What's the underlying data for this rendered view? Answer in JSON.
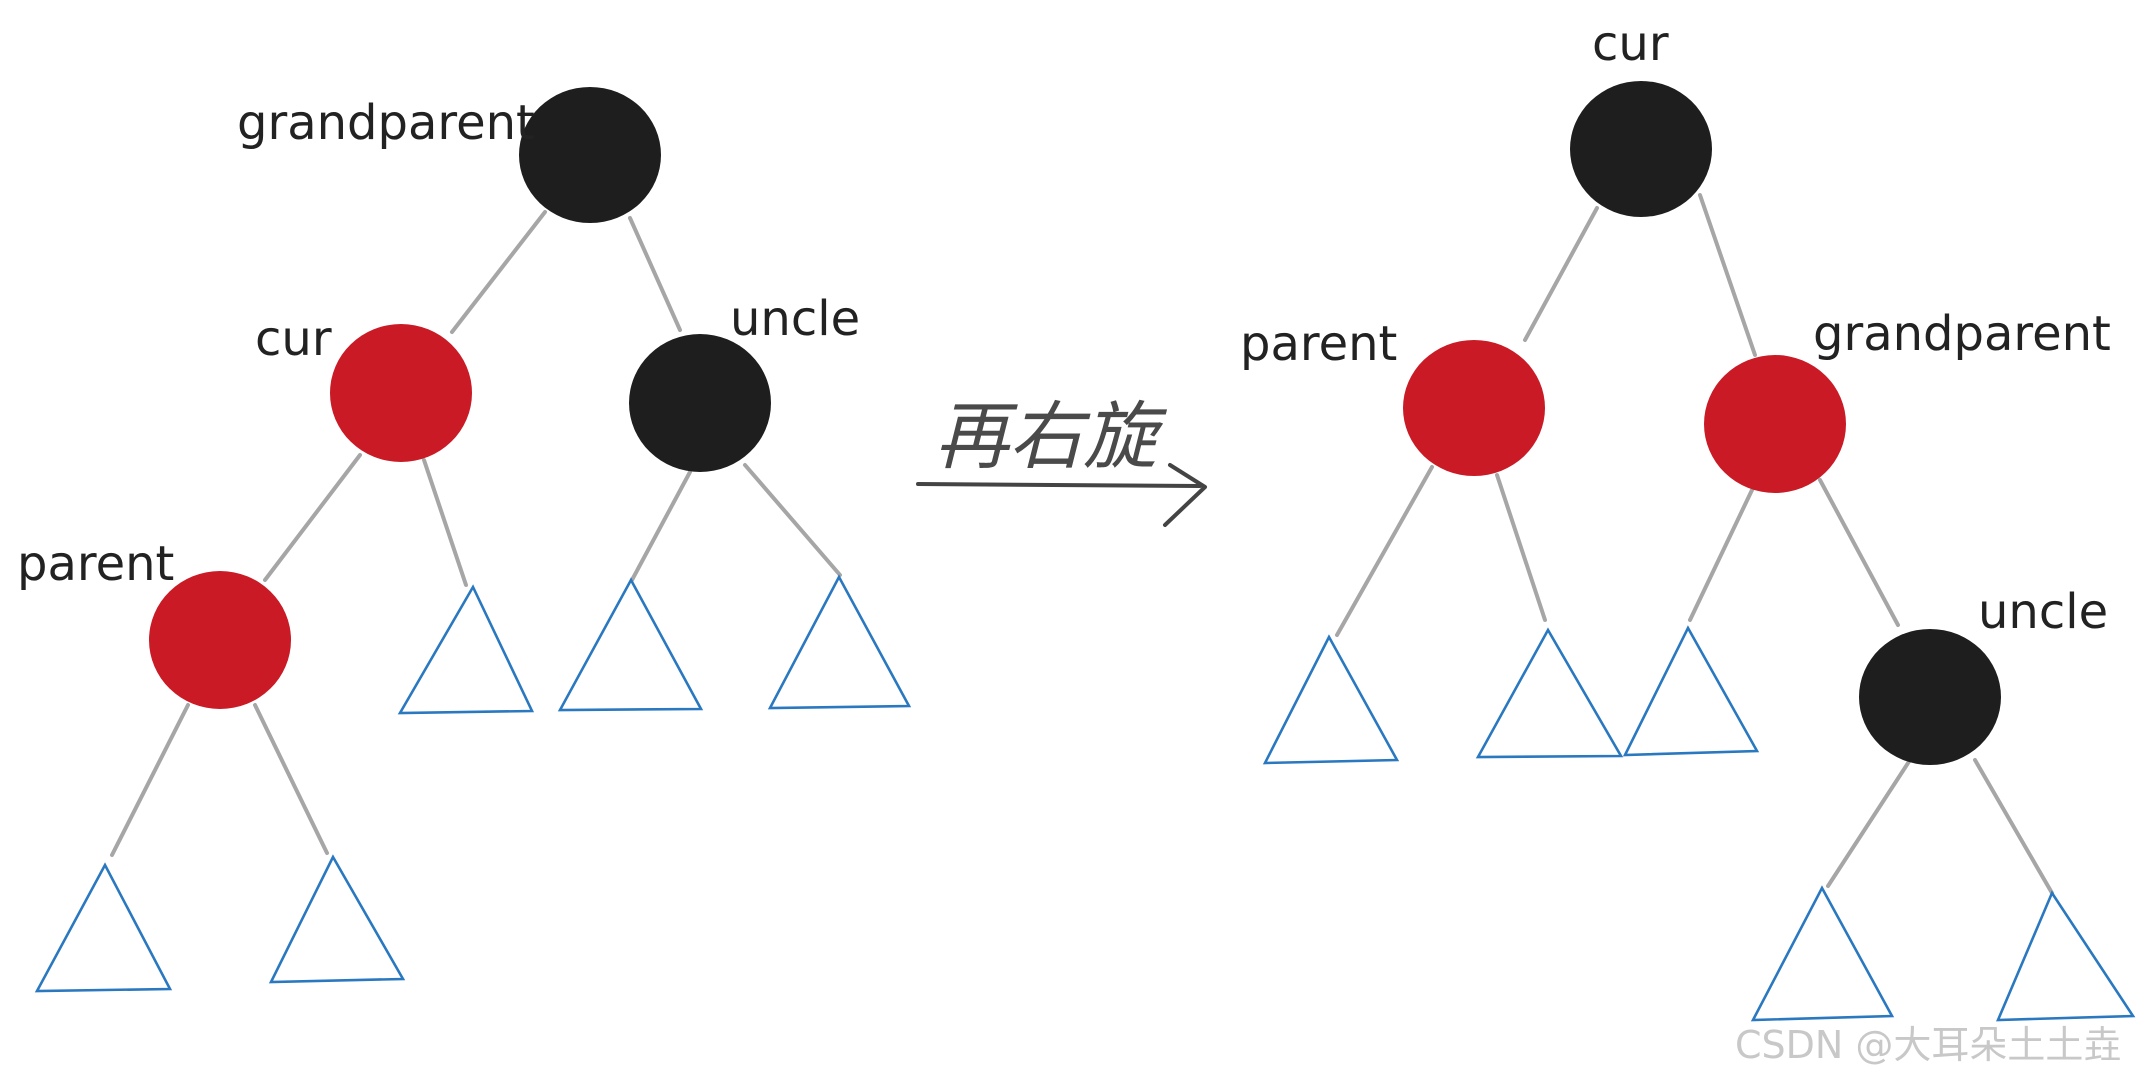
{
  "colors": {
    "red_node": "#c91a25",
    "black_node": "#1e1e1e",
    "edge": "#a6a6a6",
    "subtree": "#2a78c0"
  },
  "before": {
    "grandparent_label": "grandparent",
    "cur_label": "cur",
    "uncle_label": "uncle",
    "parent_label": "parent"
  },
  "operation": {
    "label": "再右旋"
  },
  "after": {
    "cur_label": "cur",
    "parent_label": "parent",
    "grandparent_label": "grandparent",
    "uncle_label": "uncle"
  },
  "watermark": "CSDN @大耳朵土土垚"
}
